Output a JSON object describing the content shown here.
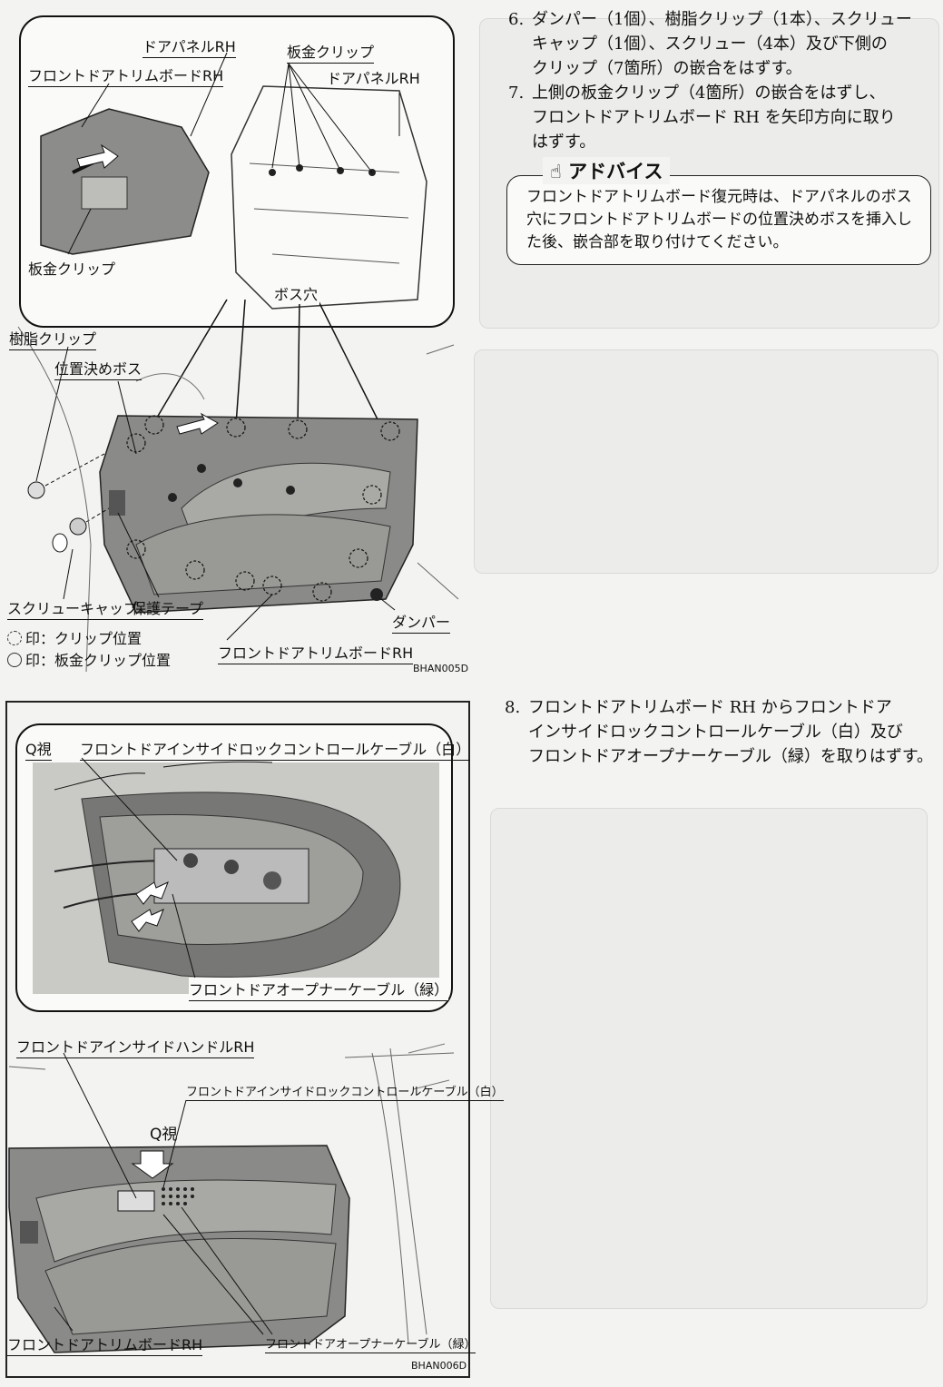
{
  "figure1": {
    "labels": {
      "door_panel_rh_top": "ドアパネルRH",
      "sheet_clip_top": "板金クリップ",
      "front_trim_board_rh_top": "フロントドアトリムボードRH",
      "door_panel_rh_right": "ドアパネルRH",
      "sheet_clip_left": "板金クリップ",
      "boss_hole": "ボス穴",
      "resin_clip": "樹脂クリップ",
      "positioning_boss": "位置決めボス",
      "screw_cap": "スクリューキャップ",
      "protective_tape": "保護テープ",
      "damper": "ダンパー",
      "front_trim_board_rh_bottom": "フロントドアトリムボードRH"
    },
    "legend": {
      "clip": "印：クリップ位置",
      "sheet_clip": "印：板金クリップ位置"
    },
    "code": "BHAN005D"
  },
  "figure2": {
    "labels": {
      "view_q_top": "Q視",
      "lock_cable_top": "フロントドアインサイドロックコントロールケーブル（白）",
      "opener_cable_top": "フロントドアオープナーケーブル（緑）",
      "inside_handle": "フロントドアインサイドハンドルRH",
      "lock_cable_bottom": "フロントドアインサイドロックコントロールケーブル（白）",
      "view_q_bottom": "Q視",
      "trim_board_bottom": "フロントドアトリムボードRH",
      "opener_cable_bottom": "フロントドアオープナーケーブル（緑）"
    },
    "code": "BHAN006D"
  },
  "steps": {
    "s6": {
      "num": "6.",
      "lines": [
        "ダンパー（1個）、樹脂クリップ（1本）、スクリュー",
        "キャップ（1個）、スクリュー（4本）及び下側の",
        "クリップ（7箇所）の嵌合をはずす。"
      ]
    },
    "s7": {
      "num": "7.",
      "lines": [
        "上側の板金クリップ（4箇所）の嵌合をはずし、",
        "フロントドアトリムボード RH を矢印方向に取り",
        "はずす。"
      ]
    },
    "s8": {
      "num": "8.",
      "lines": [
        "フロントドアトリムボード RH からフロントドア",
        "インサイドロックコントロールケーブル（白）及び",
        "フロントドアオープナーケーブル（緑）を取りはずす。"
      ]
    }
  },
  "advice": {
    "icon": "pointing-hand-icon",
    "title": "アドバイス",
    "body": "フロントドアトリムボード復元時は、ドアパネルのボス穴にフロントドアトリムボードの位置決めボスを挿入した後、嵌合部を取り付けてください。"
  },
  "colors": {
    "ink": "#111111",
    "panel": "#fafaf8",
    "trim": "#8a8a88",
    "ghost": "#e4e4e2"
  }
}
